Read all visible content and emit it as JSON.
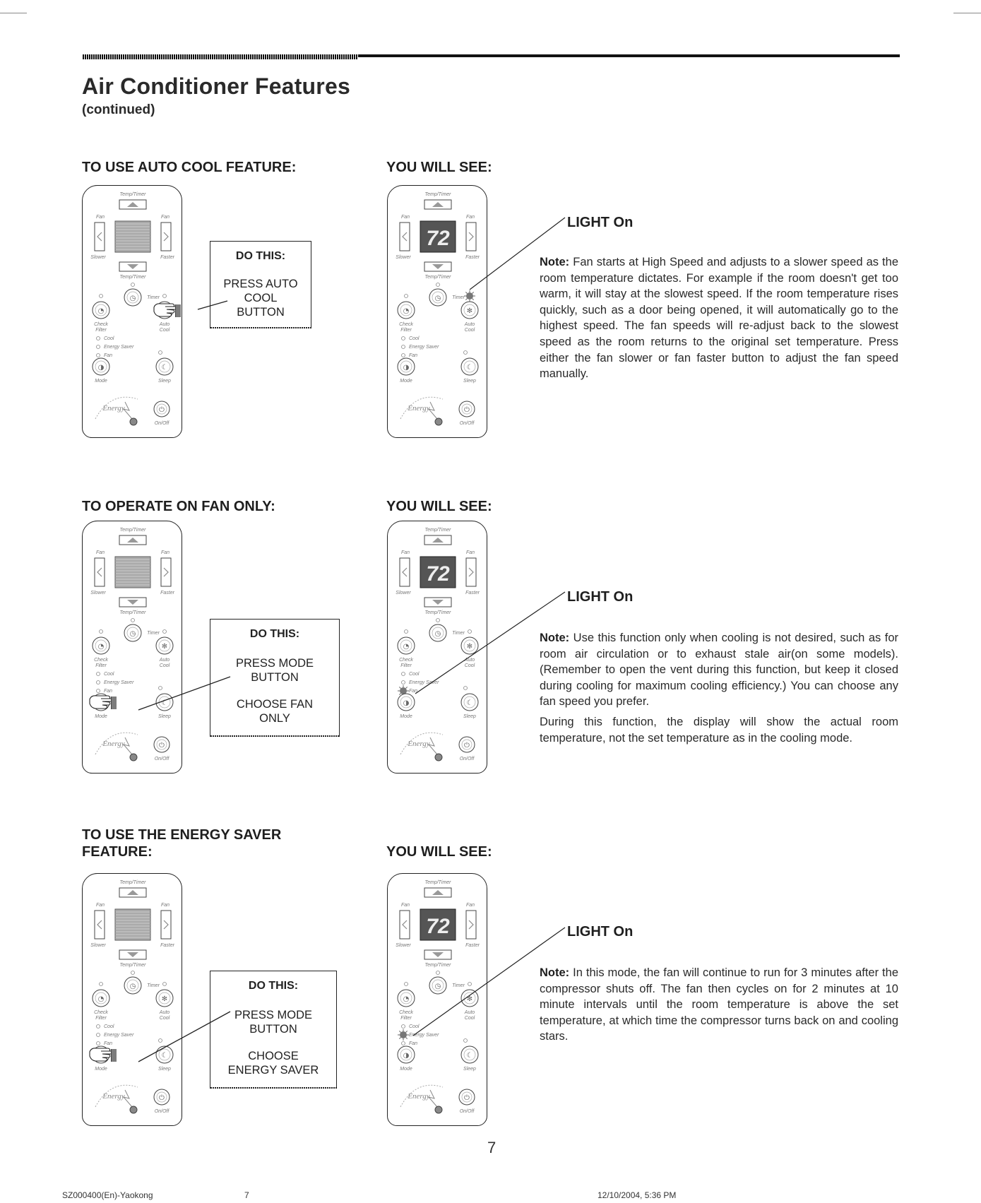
{
  "header": {
    "title": "Air Conditioner Features",
    "subtitle": "(continued)"
  },
  "panel_labels": {
    "temp_timer": "Temp/Timer",
    "fan": "Fan",
    "slower": "Slower",
    "faster": "Faster",
    "timer": "Timer",
    "check_filter_1": "Check",
    "check_filter_2": "Filter",
    "auto_cool_1": "Auto",
    "auto_cool_2": "Cool",
    "cool": "Cool",
    "energy_saver": "Energy Saver",
    "fan_mode": "Fan",
    "mode": "Mode",
    "sleep": "Sleep",
    "on_off": "On/Off",
    "display_temp": "72",
    "logo_text": "Energy"
  },
  "sections": [
    {
      "heading_line1": "TO USE AUTO COOL FEATURE:",
      "heading_line2": "",
      "see_heading": "YOU WILL SEE:",
      "do_title": "DO THIS:",
      "do_lines": [
        "PRESS AUTO",
        "COOL",
        "BUTTON"
      ],
      "do_lines2": [],
      "light": "LIGHT On",
      "note_label": "Note:",
      "note_paragraphs": [
        "Fan starts at High Speed and adjusts to a slower speed as the room temperature dictates. For example if the room doesn't get too warm, it will stay at the slowest speed. If the room temperature rises quickly, such as a door being opened, it will automatically go to the highest speed. The fan speeds will re-adjust back to the slowest speed as the room returns to the original set temperature. Press either the fan slower or fan faster button to adjust the fan speed manually."
      ]
    },
    {
      "heading_line1": "TO OPERATE ON FAN ONLY:",
      "heading_line2": "",
      "see_heading": "YOU WILL SEE:",
      "do_title": "DO THIS:",
      "do_lines": [
        "PRESS MODE",
        "BUTTON"
      ],
      "do_lines2": [
        "CHOOSE FAN",
        "ONLY"
      ],
      "light": "LIGHT On",
      "note_label": "Note:",
      "note_paragraphs": [
        "Use this function only when cooling is not desired, such as for room air circulation or to exhaust stale air(on some models). (Remember to open the vent during this function, but keep it closed during cooling for maximum cooling efficiency.) You can choose any fan speed you prefer.",
        "During this function, the display will show the actual room temperature, not the set temperature as in the cooling mode."
      ]
    },
    {
      "heading_line1": "TO USE THE ENERGY SAVER",
      "heading_line2": "FEATURE:",
      "see_heading": "YOU WILL SEE:",
      "do_title": "DO THIS:",
      "do_lines": [
        "PRESS MODE",
        "BUTTON"
      ],
      "do_lines2": [
        "CHOOSE",
        "ENERGY SAVER"
      ],
      "light": "LIGHT On",
      "note_label": "Note:",
      "note_paragraphs": [
        "In this mode, the fan will continue to run for 3 minutes after the compressor shuts off. The fan then cycles on for 2 minutes at 10 minute intervals until the room temperature is above the set temperature, at which time the compressor turns back on and cooling stars."
      ]
    }
  ],
  "page_number": "7",
  "footer": {
    "left": "SZ000400(En)-Yaokong",
    "middle": "7",
    "right": "12/10/2004, 5:36 PM"
  }
}
